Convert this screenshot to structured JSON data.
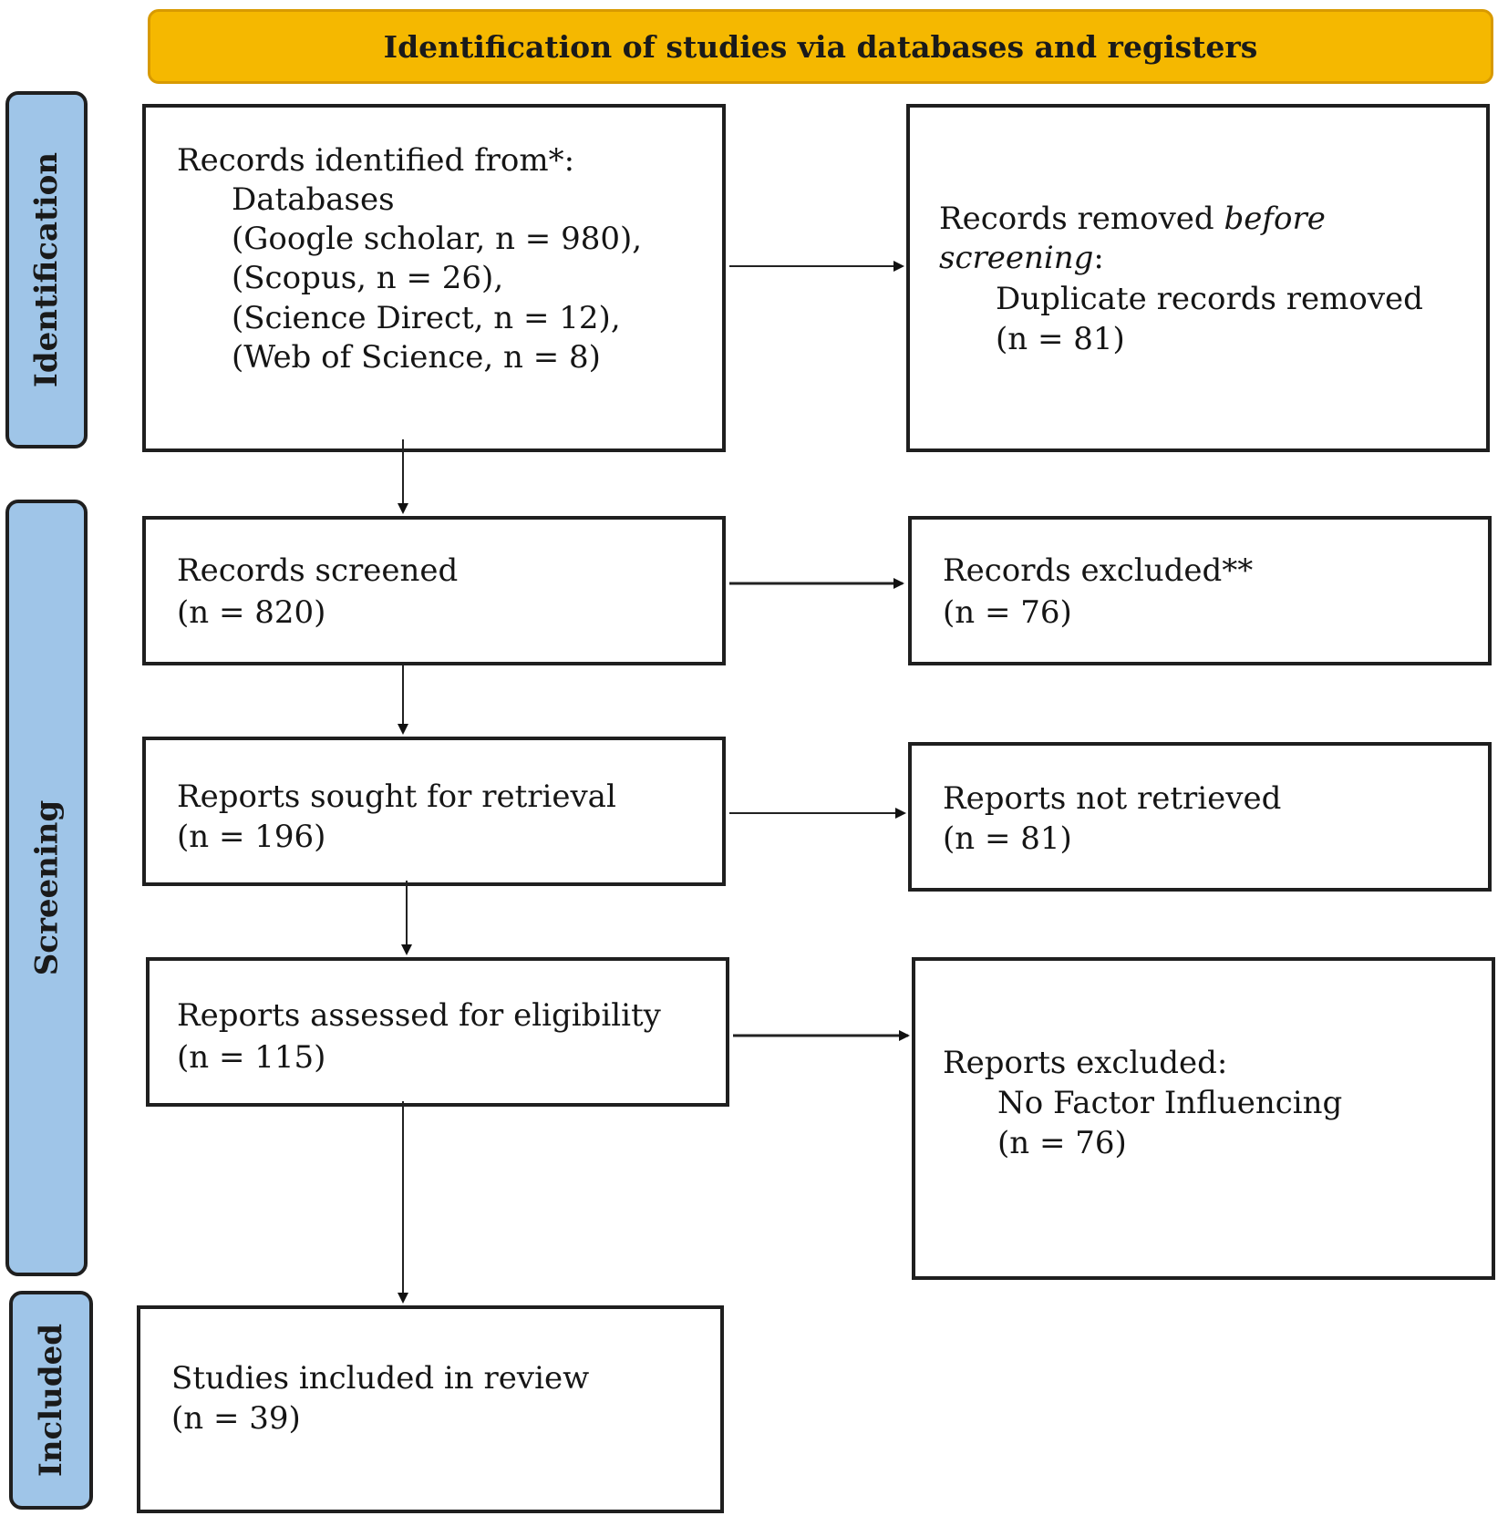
{
  "header": {
    "title": "Identification of studies via databases and registers"
  },
  "phases": {
    "identification": "Identification",
    "screening": "Screening",
    "included": "Included"
  },
  "identified": {
    "title": "Records identified from*:",
    "sub": "Databases",
    "sources": [
      "(Google scholar, n = 980),",
      "(Scopus, n = 26),",
      "(Science Direct, n = 12),",
      "(Web of Science, n = 8)"
    ]
  },
  "removed": {
    "title_a": "Records removed ",
    "title_em": "before",
    "title_em2": "screening",
    "title_b": ":",
    "line1": "Duplicate records removed",
    "line2": "(n = 81)"
  },
  "screened": {
    "title": "Records screened",
    "count": "(n = 820)"
  },
  "excluded": {
    "title": "Records excluded**",
    "count": "(n = 76)"
  },
  "sought": {
    "title": "Reports sought for retrieval",
    "count": "(n = 196)"
  },
  "not_retrieved": {
    "title": "Reports not retrieved",
    "count": "(n = 81)"
  },
  "assessed": {
    "title": "Reports assessed for eligibility",
    "count": "(n = 115)"
  },
  "reports_excluded": {
    "title": "Reports excluded:",
    "reason": "No Factor Influencing",
    "count": "(n = 76)"
  },
  "included": {
    "title": "Studies included in review",
    "count": "(n = 39)"
  }
}
